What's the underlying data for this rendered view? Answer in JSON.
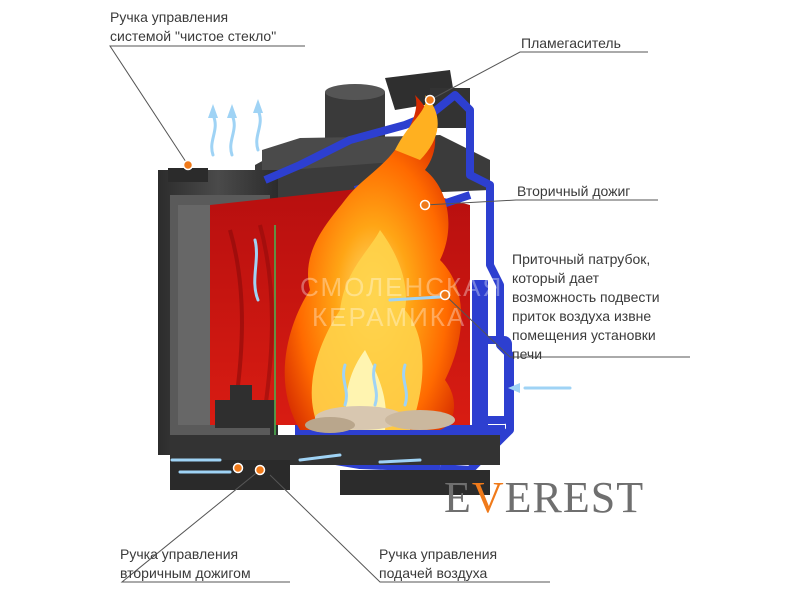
{
  "labels": {
    "clean_glass": [
      "Ручка управления",
      "системой \"чистое стекло\""
    ],
    "flame_arrester": "Пламегаситель",
    "secondary_burn": "Вторичный дожиг",
    "air_inlet": [
      "Приточный патрубок,",
      "который дает",
      "возможность подвести",
      "приток воздуха извне",
      "помещения установки",
      "печи"
    ],
    "secondary_handle": [
      "Ручка управления",
      "вторичным дожигом"
    ],
    "air_supply_handle": [
      "Ручка управления",
      "подачей воздуха"
    ]
  },
  "watermark": [
    "СМОЛЕНСКАЯ",
    "КЕРАМИКА"
  ],
  "brand": {
    "prefix": "E",
    "middle": "V",
    "suffix": "EREST"
  },
  "colors": {
    "frame_blue": "#2d3fd0",
    "fire_red": "#c81414",
    "flame_orange": "#ff9a10",
    "metal": "#3d3d3d",
    "marker": "#f07a1a",
    "leader": "#555555"
  }
}
